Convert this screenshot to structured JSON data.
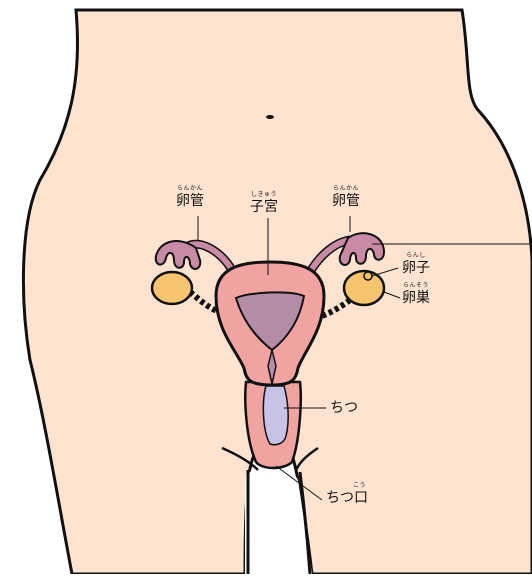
{
  "labels": {
    "left_tube": {
      "ruby": "らんかん",
      "text": "卵管"
    },
    "uterus": {
      "ruby": "しきゅう",
      "text": "子宮"
    },
    "right_tube": {
      "ruby": "らんかん",
      "text": "卵管"
    },
    "egg": {
      "ruby": "らんし",
      "text": "卵子"
    },
    "ovary": {
      "ruby": "らんそう",
      "text": "卵巣"
    },
    "vagina": {
      "text": "ちつ"
    },
    "opening": {
      "text": "ちつ口",
      "ruby_small": "こう"
    }
  },
  "colors": {
    "skin": "#fde3d0",
    "outline": "#111111",
    "uterus_wall": "#f0a3a0",
    "uterus_cavity": "#b48ca7",
    "tube": "#c98aa6",
    "ovary": "#f6c46f",
    "vagina_inner": "#c7c2e6",
    "gap": "#ffffff"
  }
}
